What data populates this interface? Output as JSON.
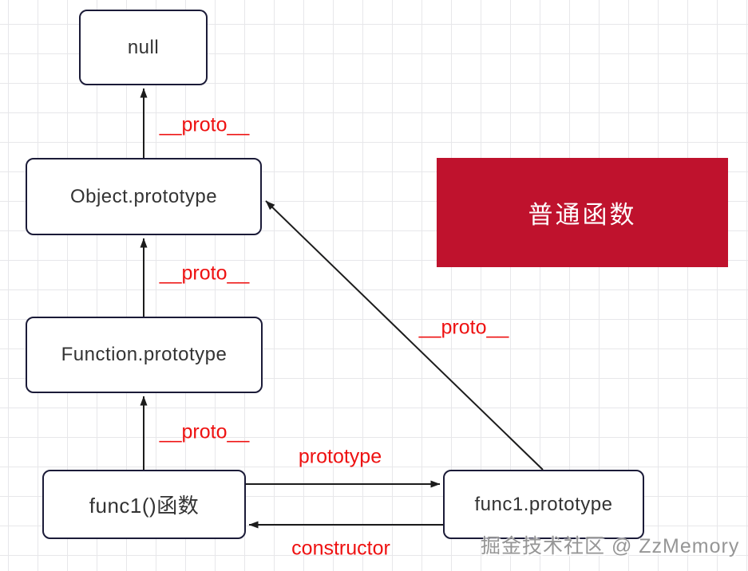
{
  "diagram": {
    "nodes": [
      {
        "id": "null",
        "label": "null"
      },
      {
        "id": "object-prototype",
        "label": "Object.prototype"
      },
      {
        "id": "function-prototype",
        "label": "Function.prototype"
      },
      {
        "id": "func1",
        "label": "func1()函数"
      },
      {
        "id": "func1-prototype",
        "label": "func1.prototype"
      }
    ],
    "banner": {
      "label": "普通函数"
    },
    "edge_labels": {
      "proto_to_null": "__proto__",
      "proto_to_object": "__proto__",
      "proto_to_function": "__proto__",
      "proto_diagonal": "__proto__",
      "prototype": "prototype",
      "constructor": "constructor"
    },
    "watermark": "掘金技术社区 @ ZzMemory"
  },
  "colors": {
    "label_red": "#ee1111",
    "banner_red": "#bf122d",
    "banner_text": "#ffffff",
    "box_border": "#1b1b38",
    "box_text": "#333333",
    "arrow": "#1c1c1c",
    "grid_line": "#e7e7ea",
    "watermark_gray": "#969696"
  }
}
